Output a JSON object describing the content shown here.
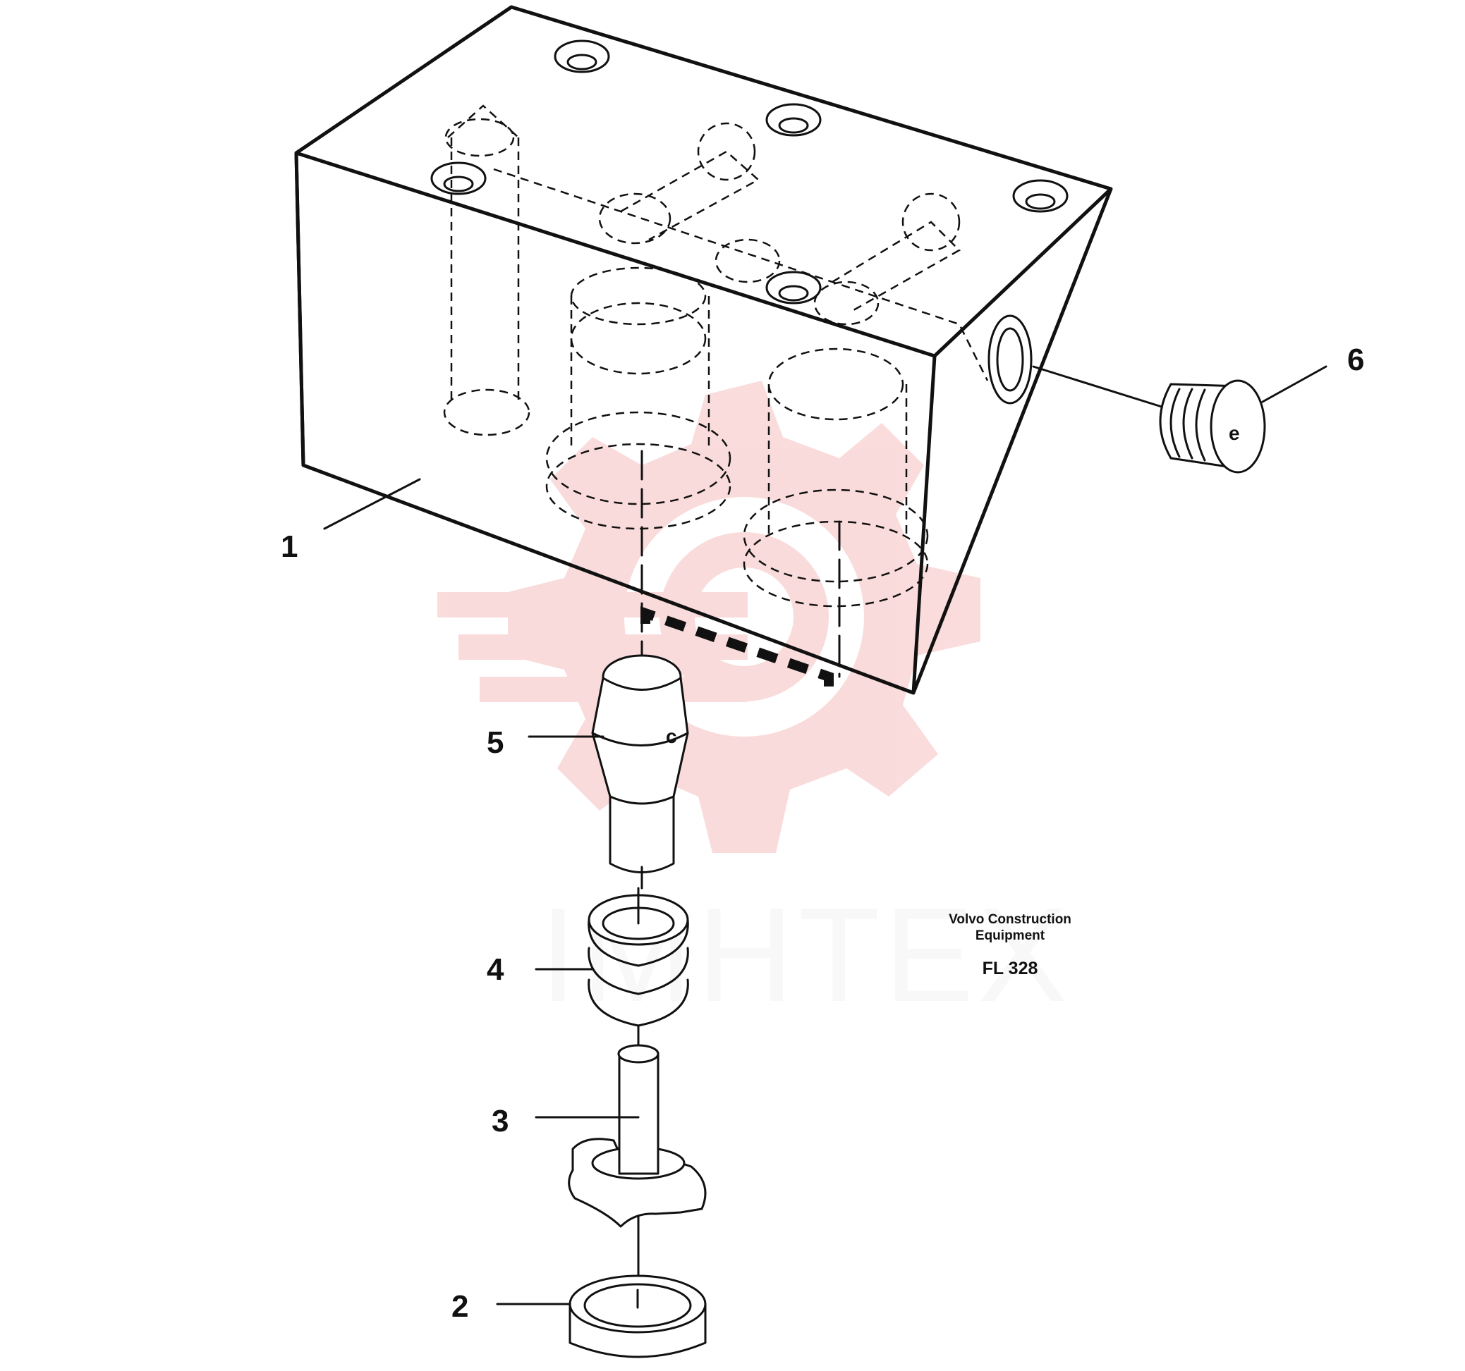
{
  "callouts": [
    {
      "id": "1",
      "text": "1"
    },
    {
      "id": "2",
      "text": "2"
    },
    {
      "id": "3",
      "text": "3"
    },
    {
      "id": "4",
      "text": "4"
    },
    {
      "id": "5",
      "text": "5"
    },
    {
      "id": "6",
      "text": "6"
    }
  ],
  "caption": {
    "line1": "Volvo Construction",
    "line2": "Equipment",
    "code": "FL 328"
  },
  "watermark": {
    "text": "IMHTEX",
    "color": "#f08080"
  }
}
